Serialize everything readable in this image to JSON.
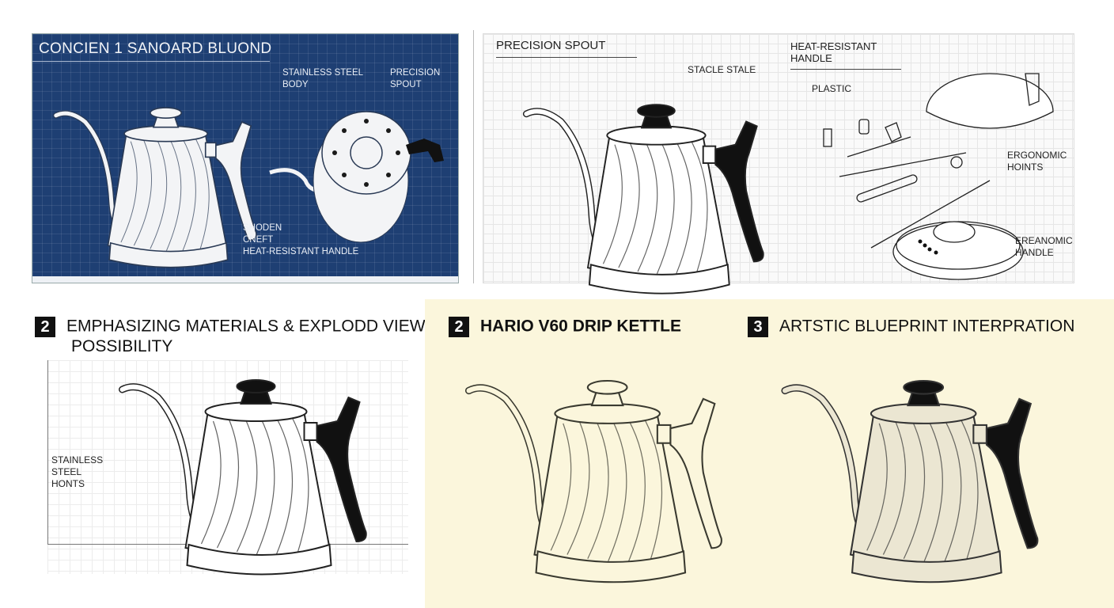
{
  "panel1": {
    "title": "CONCIEN 1 SANOARD BLUOND",
    "labels": {
      "body_1": "STAINLESS STEEL",
      "body_2": "BODY",
      "spout_1": "PRECISION",
      "spout_2": "SPOUT",
      "bottom_1": "SHODEN",
      "bottom_2": "CNEFT",
      "bottom_3": "HEAT-RESISTANT HANDLE"
    }
  },
  "panel2": {
    "heading_left": "PRECISION SPOUT",
    "heading_right": "HEAT-RESISTANT HANDLE",
    "labels": {
      "lid": "STACLE STALE",
      "plastic": "PLASTIC",
      "joints_1": "ERGONOMIC",
      "joints_2": "HOINTS",
      "handle_1": "EREANOMIC",
      "handle_2": "HANDLE"
    }
  },
  "section3": {
    "badge": "2",
    "title_1": "EMPHASIZING MATERIALS & EXPLODD VIEW",
    "title_2": "POSSIBILITY",
    "label_1": "STAINLESS",
    "label_2": "STEEL",
    "label_3": "HONTS"
  },
  "section4": {
    "badge": "2",
    "title": "HARIO V60 DRIP KETTLE"
  },
  "section5": {
    "badge": "3",
    "title": "ARTSTIC BLUEPRINT INTERPRATION"
  },
  "colors": {
    "blueprint": "#1e3f73",
    "cream": "#fbf6dc",
    "handle_black": "#111111"
  }
}
